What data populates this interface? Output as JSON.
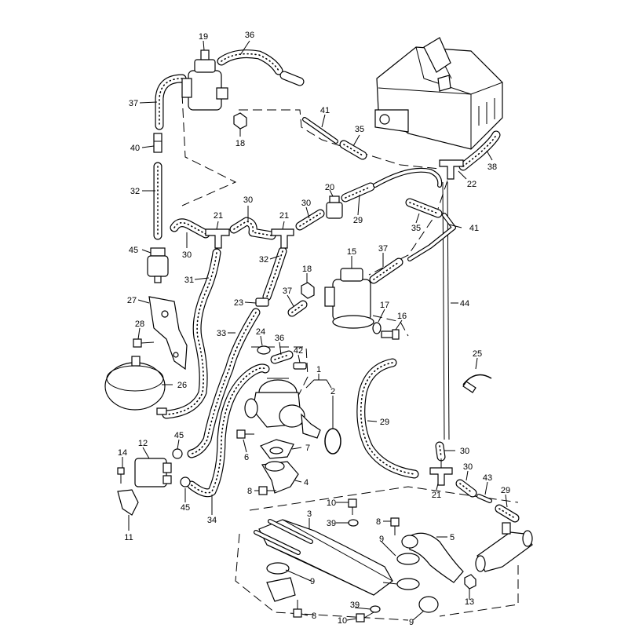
{
  "diagram": {
    "labels": {
      "l19": "19",
      "l36a": "36",
      "l37a": "37",
      "l41a": "41",
      "l35a": "35",
      "l18a": "18",
      "l38": "38",
      "l40": "40",
      "l22": "22",
      "l32a": "32",
      "l30a": "30",
      "l20": "20",
      "l21a": "21",
      "l21b": "21",
      "l30b": "30",
      "l30c": "30",
      "l29a": "29",
      "l35b": "35",
      "l41b": "41",
      "l45a": "45",
      "l32b": "32",
      "l15": "15",
      "l37b": "37",
      "l31": "31",
      "l18b": "18",
      "l27": "27",
      "l23": "23",
      "l37c": "37",
      "l17": "17",
      "l16": "16",
      "l44": "44",
      "l28": "28",
      "l33": "33",
      "l24": "24",
      "l36b": "36",
      "l42": "42",
      "l25": "25",
      "l1": "1",
      "l26": "26",
      "l2": "2",
      "l29b": "29",
      "l45b": "45",
      "l6": "6",
      "l7": "7",
      "l14": "14",
      "l12": "12",
      "l30d": "30",
      "l30e": "30",
      "l4": "4",
      "l43": "43",
      "l45c": "45",
      "l8a": "8",
      "l21c": "21",
      "l29c": "29",
      "l11": "11",
      "l34": "34",
      "l10a": "10",
      "l3": "3",
      "l39a": "39",
      "l8b": "8",
      "l5": "5",
      "l9a": "9",
      "l9b": "9",
      "l13": "13",
      "l39b": "39",
      "l8c": "8",
      "l10b": "10",
      "l9c": "9"
    }
  }
}
